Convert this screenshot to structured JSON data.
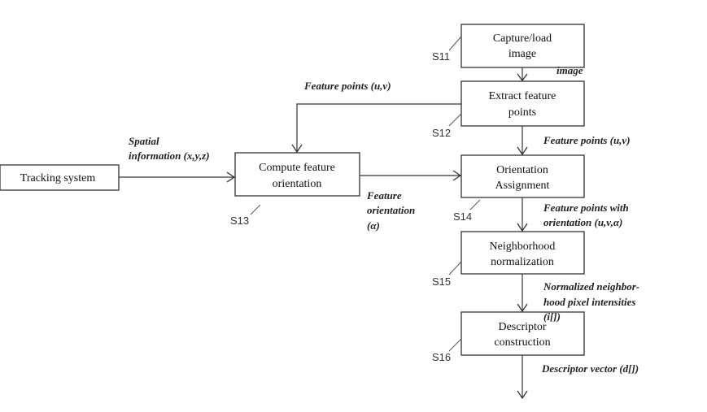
{
  "boxes": {
    "capture": [
      "Capture/load",
      "image"
    ],
    "extract": [
      "Extract feature",
      "points"
    ],
    "tracking": [
      "Tracking system"
    ],
    "compute": [
      "Compute feature",
      "orientation"
    ],
    "orientation_assign": [
      "Orientation",
      "Assignment"
    ],
    "neighborhood": [
      "Neighborhood",
      "normalization"
    ],
    "descriptor": [
      "Descriptor",
      "construction"
    ]
  },
  "steps": {
    "s11": "S11",
    "s12": "S12",
    "s13": "S13",
    "s14": "S14",
    "s15": "S15",
    "s16": "S16"
  },
  "edge_labels": {
    "image": "image",
    "feature_points_top": "Feature points (u,v)",
    "feature_points_right": "Feature points (u,v)",
    "spatial_info": [
      "Spatial",
      "information (x,y,z)"
    ],
    "feature_orientation": [
      "Feature",
      "orientation",
      "(α)"
    ],
    "feature_points_orientation": [
      "Feature points with",
      "orientation (u,v,α)"
    ],
    "normalized": [
      "Normalized neighbor-",
      "hood pixel intensities",
      "(i[])"
    ],
    "descriptor_vector": "Descriptor vector (d[])"
  }
}
